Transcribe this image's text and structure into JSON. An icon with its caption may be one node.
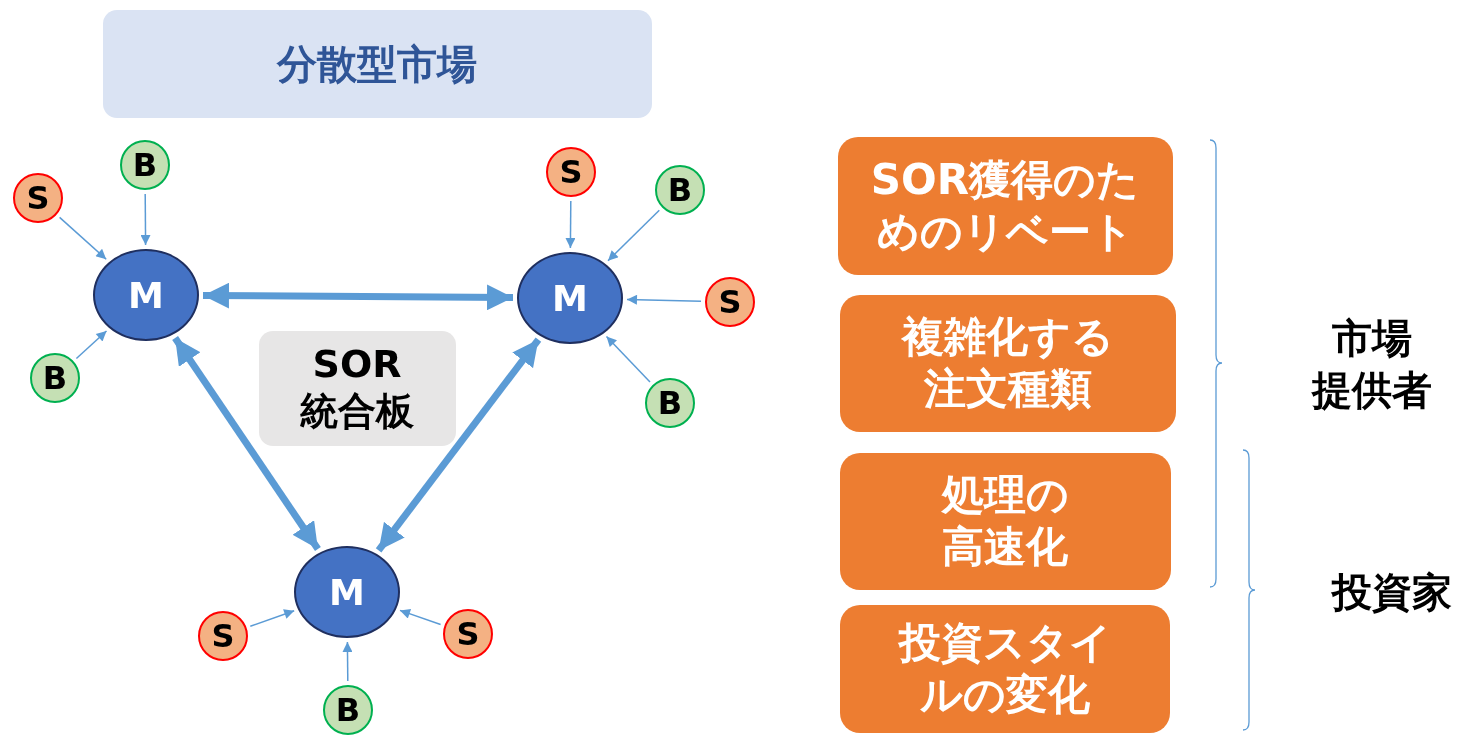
{
  "diagram": {
    "nodes": [
      {
        "text": [
          "分散型市場"
        ]
      },
      {
        "text": [
          "B"
        ]
      },
      {
        "text": [
          "S"
        ]
      },
      {
        "text": [
          "M"
        ]
      },
      {
        "text": [
          "B"
        ]
      },
      {
        "text": [
          "S"
        ]
      },
      {
        "text": [
          "B"
        ]
      },
      {
        "text": [
          "M"
        ]
      },
      {
        "text": [
          "S"
        ]
      },
      {
        "text": [
          "B"
        ]
      },
      {
        "text": [
          "SOR 統合板"
        ]
      },
      {
        "text": [
          "M"
        ]
      },
      {
        "text": [
          "S"
        ]
      },
      {
        "text": [
          "S"
        ]
      },
      {
        "text": [
          "B"
        ]
      },
      {
        "text": [
          "SOR獲得のためのリベート"
        ]
      },
      {
        "text": [
          "複雑化する注文種類"
        ]
      },
      {
        "text": [
          "処理の高速化"
        ]
      },
      {
        "text": [
          "投資スタイルの変化"
        ]
      }
    ],
    "edges": [
      {
        "from": 1,
        "to": 3,
        "arrow": "to"
      },
      {
        "from": 2,
        "to": 3,
        "arrow": "to"
      },
      {
        "from": 4,
        "to": 3,
        "arrow": "to"
      },
      {
        "from": 5,
        "to": 7,
        "arrow": "to"
      },
      {
        "from": 6,
        "to": 7,
        "arrow": "to"
      },
      {
        "from": 8,
        "to": 7,
        "arrow": "to"
      },
      {
        "from": 9,
        "to": 7,
        "arrow": "to"
      },
      {
        "from": 12,
        "to": 11,
        "arrow": "to"
      },
      {
        "from": 13,
        "to": 11,
        "arrow": "to"
      },
      {
        "from": 14,
        "to": 11,
        "arrow": "to"
      },
      {
        "from": 3,
        "to": 7,
        "arrow": "both",
        "style": "thick"
      },
      {
        "from": 3,
        "to": 11,
        "arrow": "both",
        "style": "thick"
      },
      {
        "from": 7,
        "to": 11,
        "arrow": "both",
        "style": "thick"
      }
    ],
    "labels": [
      "市場提供者",
      "投資家"
    ]
  }
}
